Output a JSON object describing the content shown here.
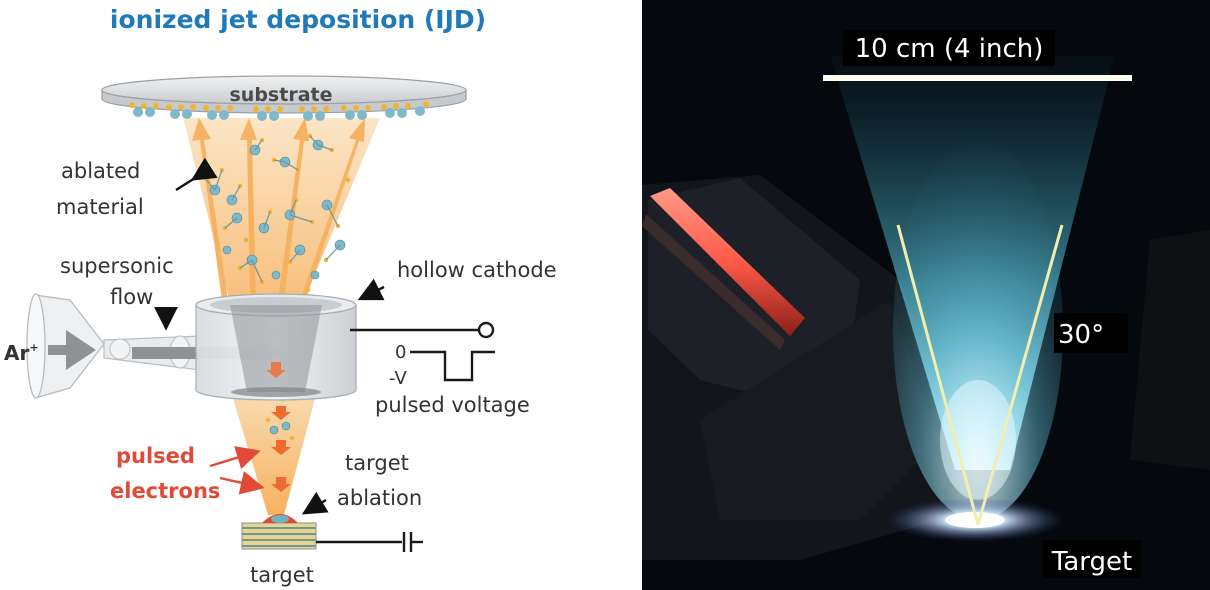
{
  "diagram": {
    "title": "ionized jet deposition (IJD)",
    "labels": {
      "substrate": "substrate",
      "ablated_material_line1": "ablated",
      "ablated_material_line2": "material",
      "supersonic_flow_line1": "supersonic",
      "supersonic_flow_line2": "flow",
      "hollow_cathode": "hollow cathode",
      "ar_ion": "Ar",
      "ar_charge": "+",
      "voltage_zero": "0",
      "voltage_neg": "-V",
      "pulsed_voltage": "pulsed voltage",
      "pulsed_electrons_line1": "pulsed",
      "pulsed_electrons_line2": "electrons",
      "target_ablation_line1": "target",
      "target_ablation_line2": "ablation",
      "target": "target"
    },
    "colors": {
      "title": "#2079b8",
      "plume": "#f9c98a",
      "electrons": "#e04a36",
      "text": "#333333"
    }
  },
  "photo": {
    "scale_label": "10 cm (4 inch)",
    "angle_label": "30°",
    "target_label": "Target",
    "colors": {
      "background": "#05080c",
      "plume": "#8ce6ff",
      "guide_lines": "#f4f0b0"
    }
  }
}
